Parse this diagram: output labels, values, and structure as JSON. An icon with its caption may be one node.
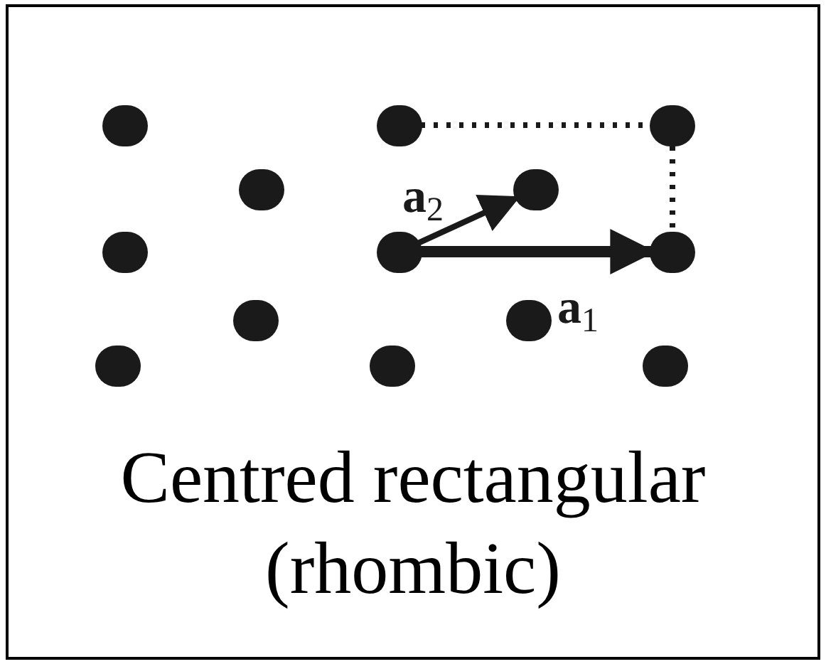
{
  "diagram": {
    "caption": "Centred rectangular (rhombic)",
    "nodes": [
      {
        "text": [],
        "shape": "circle"
      },
      {
        "text": [],
        "shape": "circle"
      },
      {
        "text": [],
        "shape": "circle"
      },
      {
        "text": [],
        "shape": "circle"
      },
      {
        "text": [],
        "shape": "circle"
      },
      {
        "text": [],
        "shape": "circle"
      },
      {
        "text": [],
        "shape": "circle"
      },
      {
        "text": [],
        "shape": "circle"
      },
      {
        "text": [],
        "shape": "circle"
      },
      {
        "text": [],
        "shape": "circle"
      },
      {
        "text": [],
        "shape": "circle"
      },
      {
        "text": [],
        "shape": "circle"
      },
      {
        "text": [],
        "shape": "circle"
      }
    ],
    "edges": [
      {
        "from": 6,
        "to": 7,
        "arrow": "to",
        "label": "**a**$_{1}$",
        "style": "thick"
      },
      {
        "from": 6,
        "to": 4,
        "arrow": "to",
        "label": "**a**$_{2}$"
      },
      {
        "from": 1,
        "to": 2,
        "arrow": "none",
        "style": "dashed"
      },
      {
        "from": 2,
        "to": 7,
        "arrow": "none",
        "style": "dashed"
      }
    ]
  }
}
